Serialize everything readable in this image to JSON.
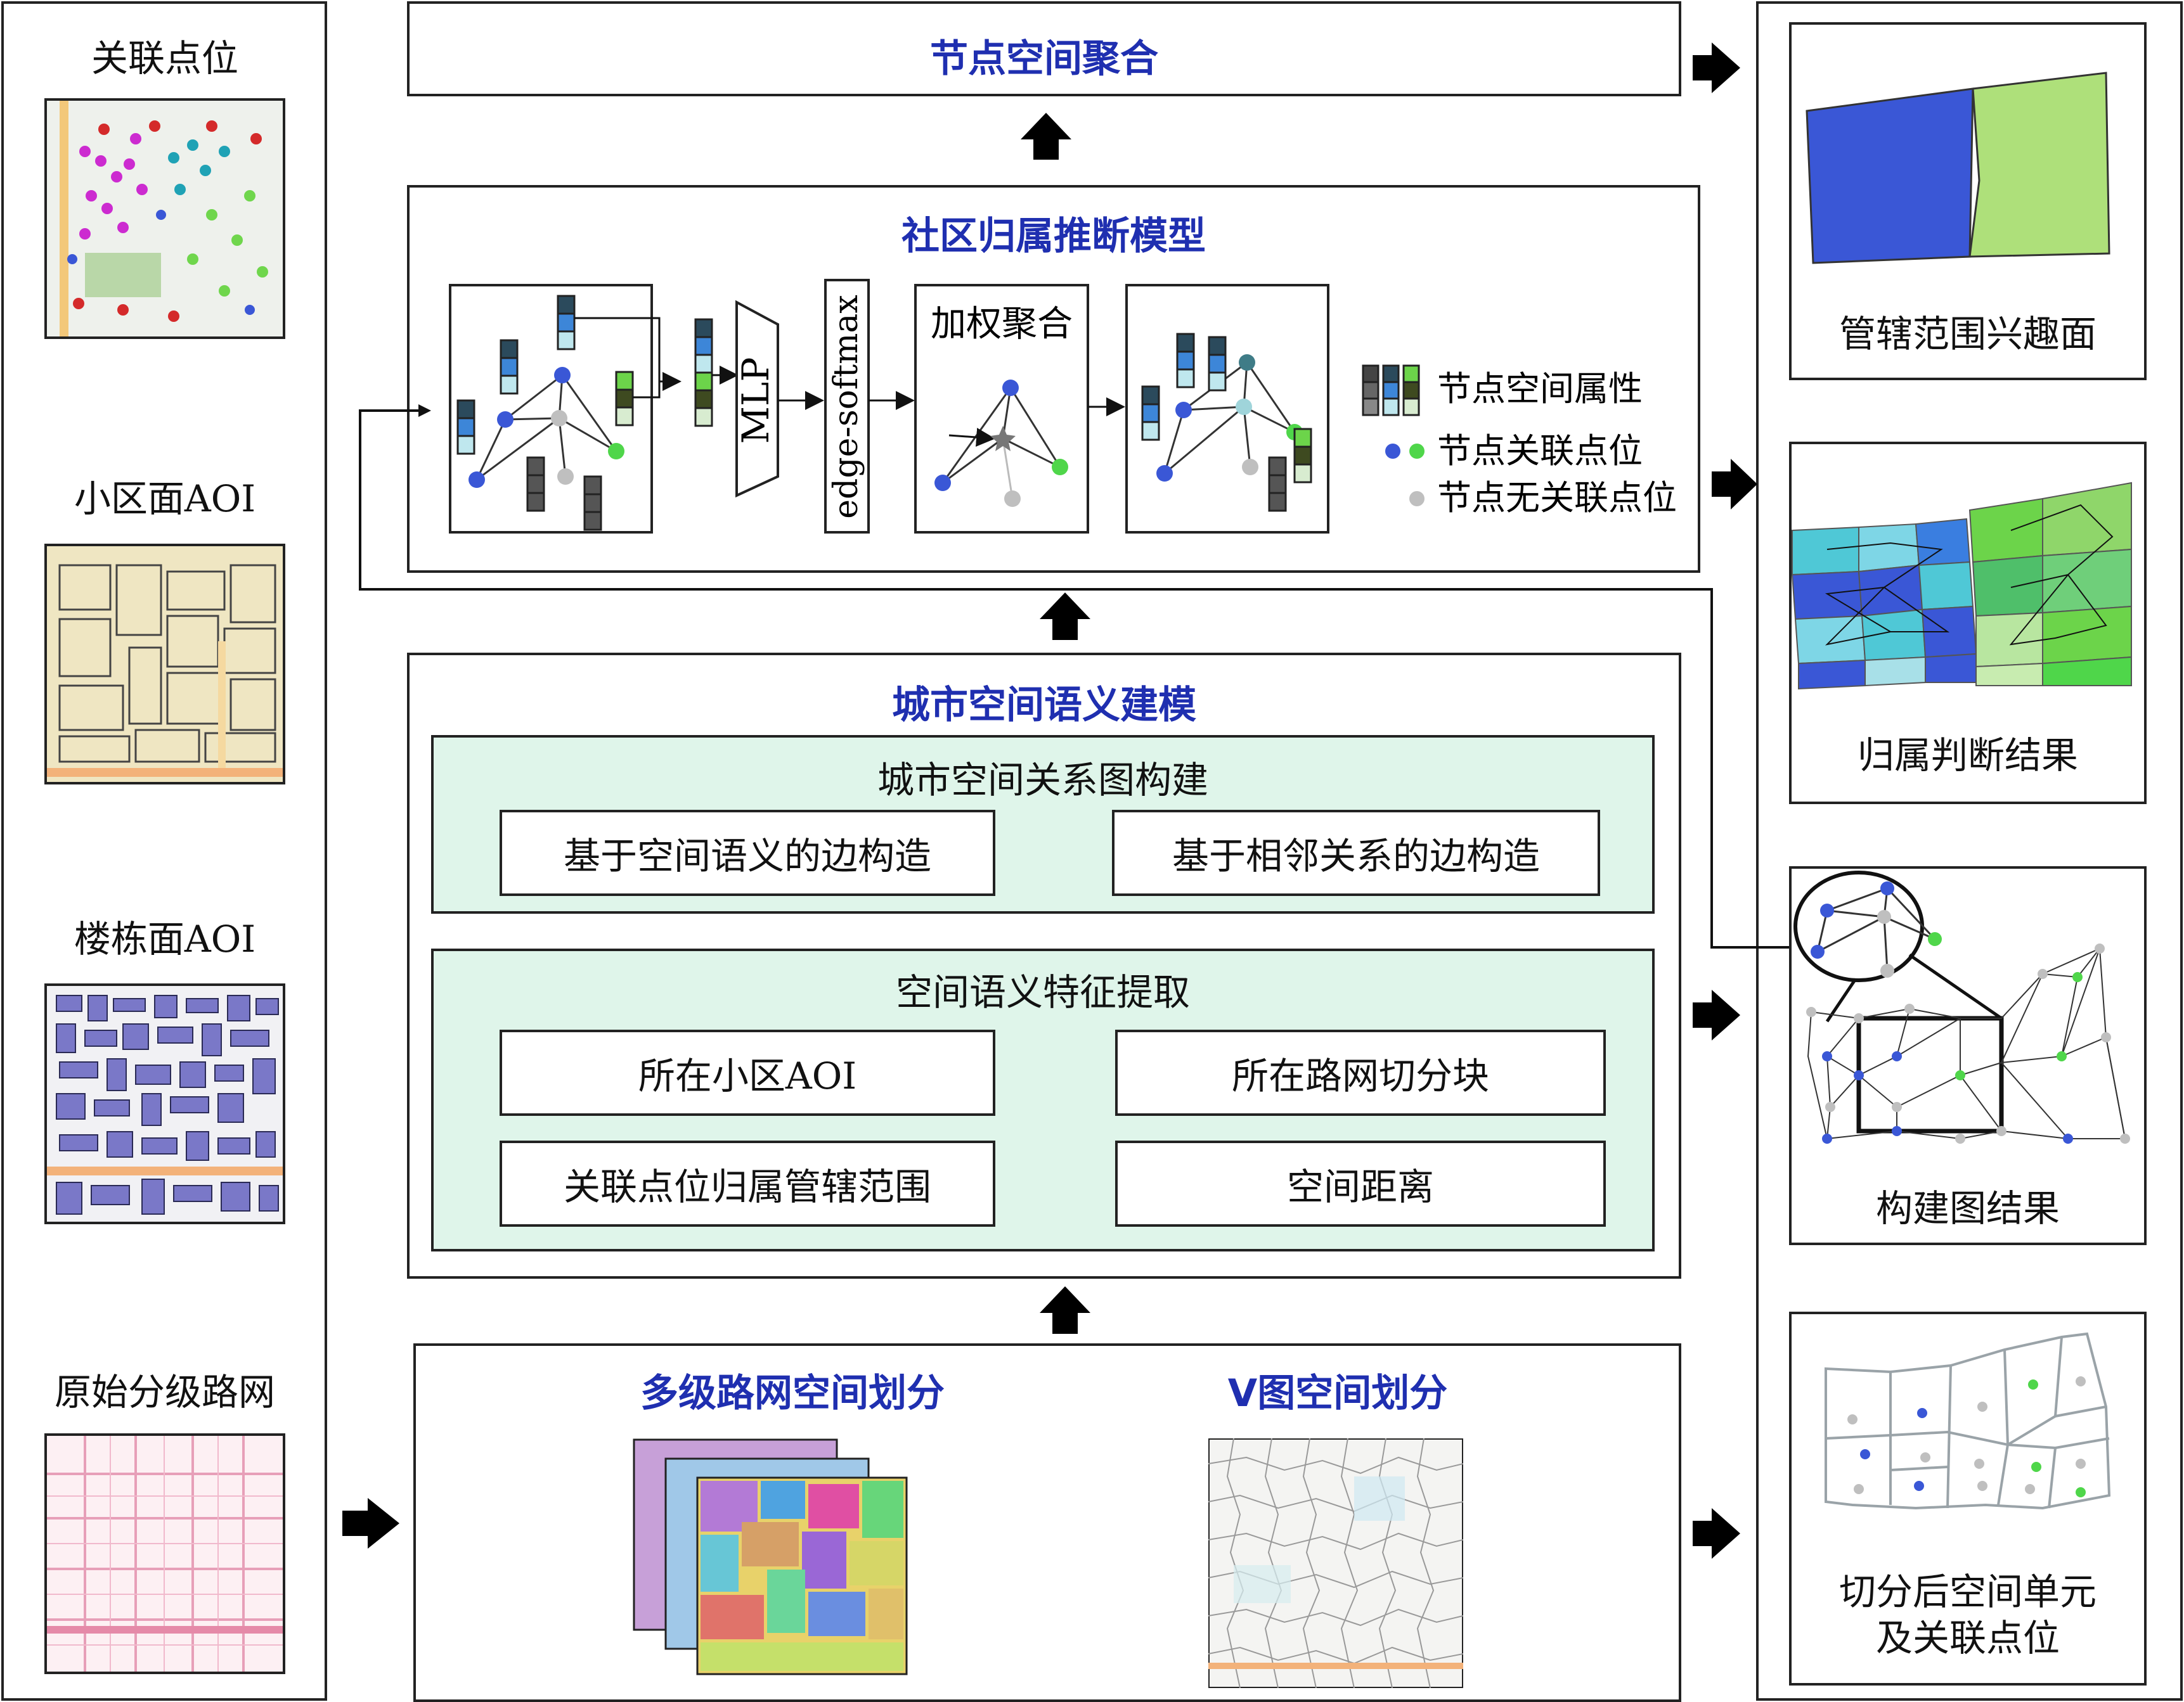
{
  "left_panel": {
    "items": [
      {
        "label": "关联点位"
      },
      {
        "label": "小区面AOI"
      },
      {
        "label": "楼栋面AOI"
      },
      {
        "label": "原始分级路网"
      }
    ]
  },
  "top_box": {
    "title": "节点空间聚合"
  },
  "model_box": {
    "title": "社区归属推断模型",
    "mlp_label": "MLP",
    "softmax_label": "edge-softmax",
    "agg_label": "加权聚合",
    "legend": [
      {
        "label": "节点空间属性"
      },
      {
        "label": "节点关联点位"
      },
      {
        "label": "节点无关联点位"
      }
    ]
  },
  "semantic_box": {
    "title": "城市空间语义建模",
    "graph_build": {
      "title": "城市空间关系图构建",
      "items": [
        "基于空间语义的边构造",
        "基于相邻关系的边构造"
      ]
    },
    "feature_extract": {
      "title": "空间语义特征提取",
      "items": [
        "所在小区AOI",
        "所在路网切分块",
        "关联点位归属管辖范围",
        "空间距离"
      ]
    }
  },
  "partition_box": {
    "left_title": "多级路网空间划分",
    "right_title": "V图空间划分"
  },
  "right_panel": {
    "items": [
      {
        "label": "管辖范围兴趣面"
      },
      {
        "label": "归属判断结果"
      },
      {
        "label": "构建图结果"
      },
      {
        "label": "切分后空间单元",
        "label2": "及关联点位"
      }
    ]
  },
  "colors": {
    "title_blue": "#1f2fb0",
    "panel_green": "#dff5ea",
    "node_blue": "#3a57d6",
    "node_green": "#4fd64a",
    "node_gray": "#bfbfbf"
  }
}
